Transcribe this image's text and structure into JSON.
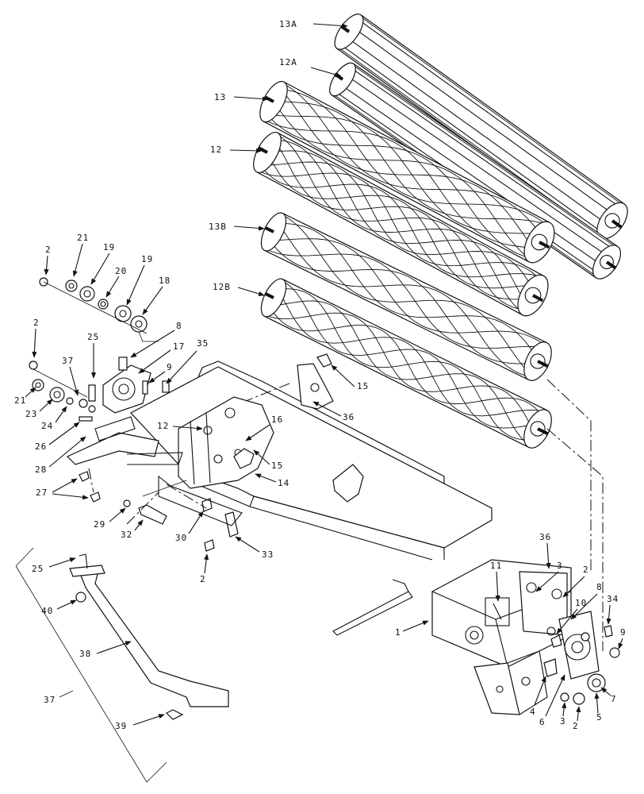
{
  "callouts": [
    {
      "id": "13a",
      "text": "13A"
    },
    {
      "id": "12a",
      "text": "12A"
    },
    {
      "id": "13",
      "text": "13"
    },
    {
      "id": "12-roll",
      "text": "12"
    },
    {
      "id": "13b",
      "text": "13B"
    },
    {
      "id": "12b",
      "text": "12B"
    },
    {
      "id": "2-a",
      "text": "2"
    },
    {
      "id": "21-a",
      "text": "21"
    },
    {
      "id": "19-a",
      "text": "19"
    },
    {
      "id": "20",
      "text": "20"
    },
    {
      "id": "19-b",
      "text": "19"
    },
    {
      "id": "18",
      "text": "18"
    },
    {
      "id": "2-b",
      "text": "2"
    },
    {
      "id": "25-a",
      "text": "25"
    },
    {
      "id": "8-a",
      "text": "8"
    },
    {
      "id": "17",
      "text": "17"
    },
    {
      "id": "35",
      "text": "35"
    },
    {
      "id": "9-a",
      "text": "9"
    },
    {
      "id": "37-a",
      "text": "37"
    },
    {
      "id": "21-b",
      "text": "21"
    },
    {
      "id": "23",
      "text": "23"
    },
    {
      "id": "24",
      "text": "24"
    },
    {
      "id": "26",
      "text": "26"
    },
    {
      "id": "28",
      "text": "28"
    },
    {
      "id": "27",
      "text": "27"
    },
    {
      "id": "12-plate",
      "text": "12"
    },
    {
      "id": "16",
      "text": "16"
    },
    {
      "id": "15-a",
      "text": "15"
    },
    {
      "id": "15-b",
      "text": "15"
    },
    {
      "id": "36-a",
      "text": "36"
    },
    {
      "id": "14",
      "text": "14"
    },
    {
      "id": "29",
      "text": "29"
    },
    {
      "id": "32",
      "text": "32"
    },
    {
      "id": "30",
      "text": "30"
    },
    {
      "id": "33",
      "text": "33"
    },
    {
      "id": "2-c",
      "text": "2"
    },
    {
      "id": "25-b",
      "text": "25"
    },
    {
      "id": "40",
      "text": "40"
    },
    {
      "id": "38",
      "text": "38"
    },
    {
      "id": "37-b",
      "text": "37"
    },
    {
      "id": "39",
      "text": "39"
    },
    {
      "id": "36-b",
      "text": "36"
    },
    {
      "id": "11",
      "text": "11"
    },
    {
      "id": "3-a",
      "text": "3"
    },
    {
      "id": "2-d",
      "text": "2"
    },
    {
      "id": "8-b",
      "text": "8"
    },
    {
      "id": "10",
      "text": "10"
    },
    {
      "id": "34",
      "text": "34"
    },
    {
      "id": "1",
      "text": "1"
    },
    {
      "id": "9-b",
      "text": "9"
    },
    {
      "id": "7",
      "text": "7"
    },
    {
      "id": "4",
      "text": "4"
    },
    {
      "id": "6",
      "text": "6"
    },
    {
      "id": "3-b",
      "text": "3"
    },
    {
      "id": "2-e",
      "text": "2"
    },
    {
      "id": "5",
      "text": "5"
    }
  ]
}
